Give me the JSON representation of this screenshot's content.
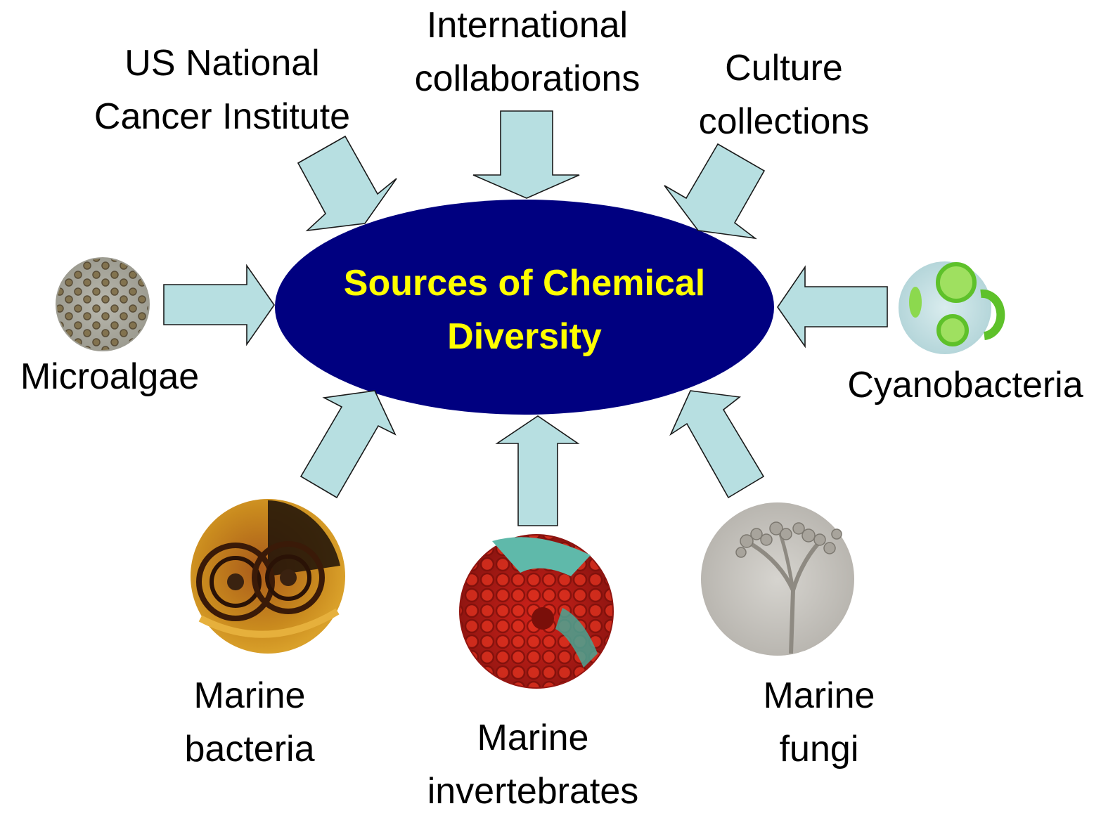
{
  "colors": {
    "ellipse": "#000080",
    "center_text": "#ffff00",
    "arrow_fill": "#b7dfe1",
    "arrow_stroke": "#1a1a1a"
  },
  "center": {
    "line1": "Sources of Chemical",
    "line2": "Diversity"
  },
  "sources": {
    "nci": {
      "line1": "US National",
      "line2": "Cancer Institute"
    },
    "international": {
      "line1": "International",
      "line2": "collaborations"
    },
    "culture": {
      "line1": "Culture",
      "line2": "collections"
    },
    "microalgae": {
      "line1": "Microalgae"
    },
    "cyanobacteria": {
      "line1": "Cyanobacteria"
    },
    "bacteria": {
      "line1": "Marine",
      "line2": "bacteria"
    },
    "invertebrates": {
      "line1": "Marine",
      "line2": "invertebrates"
    },
    "fungi": {
      "line1": "Marine",
      "line2": "fungi"
    }
  }
}
